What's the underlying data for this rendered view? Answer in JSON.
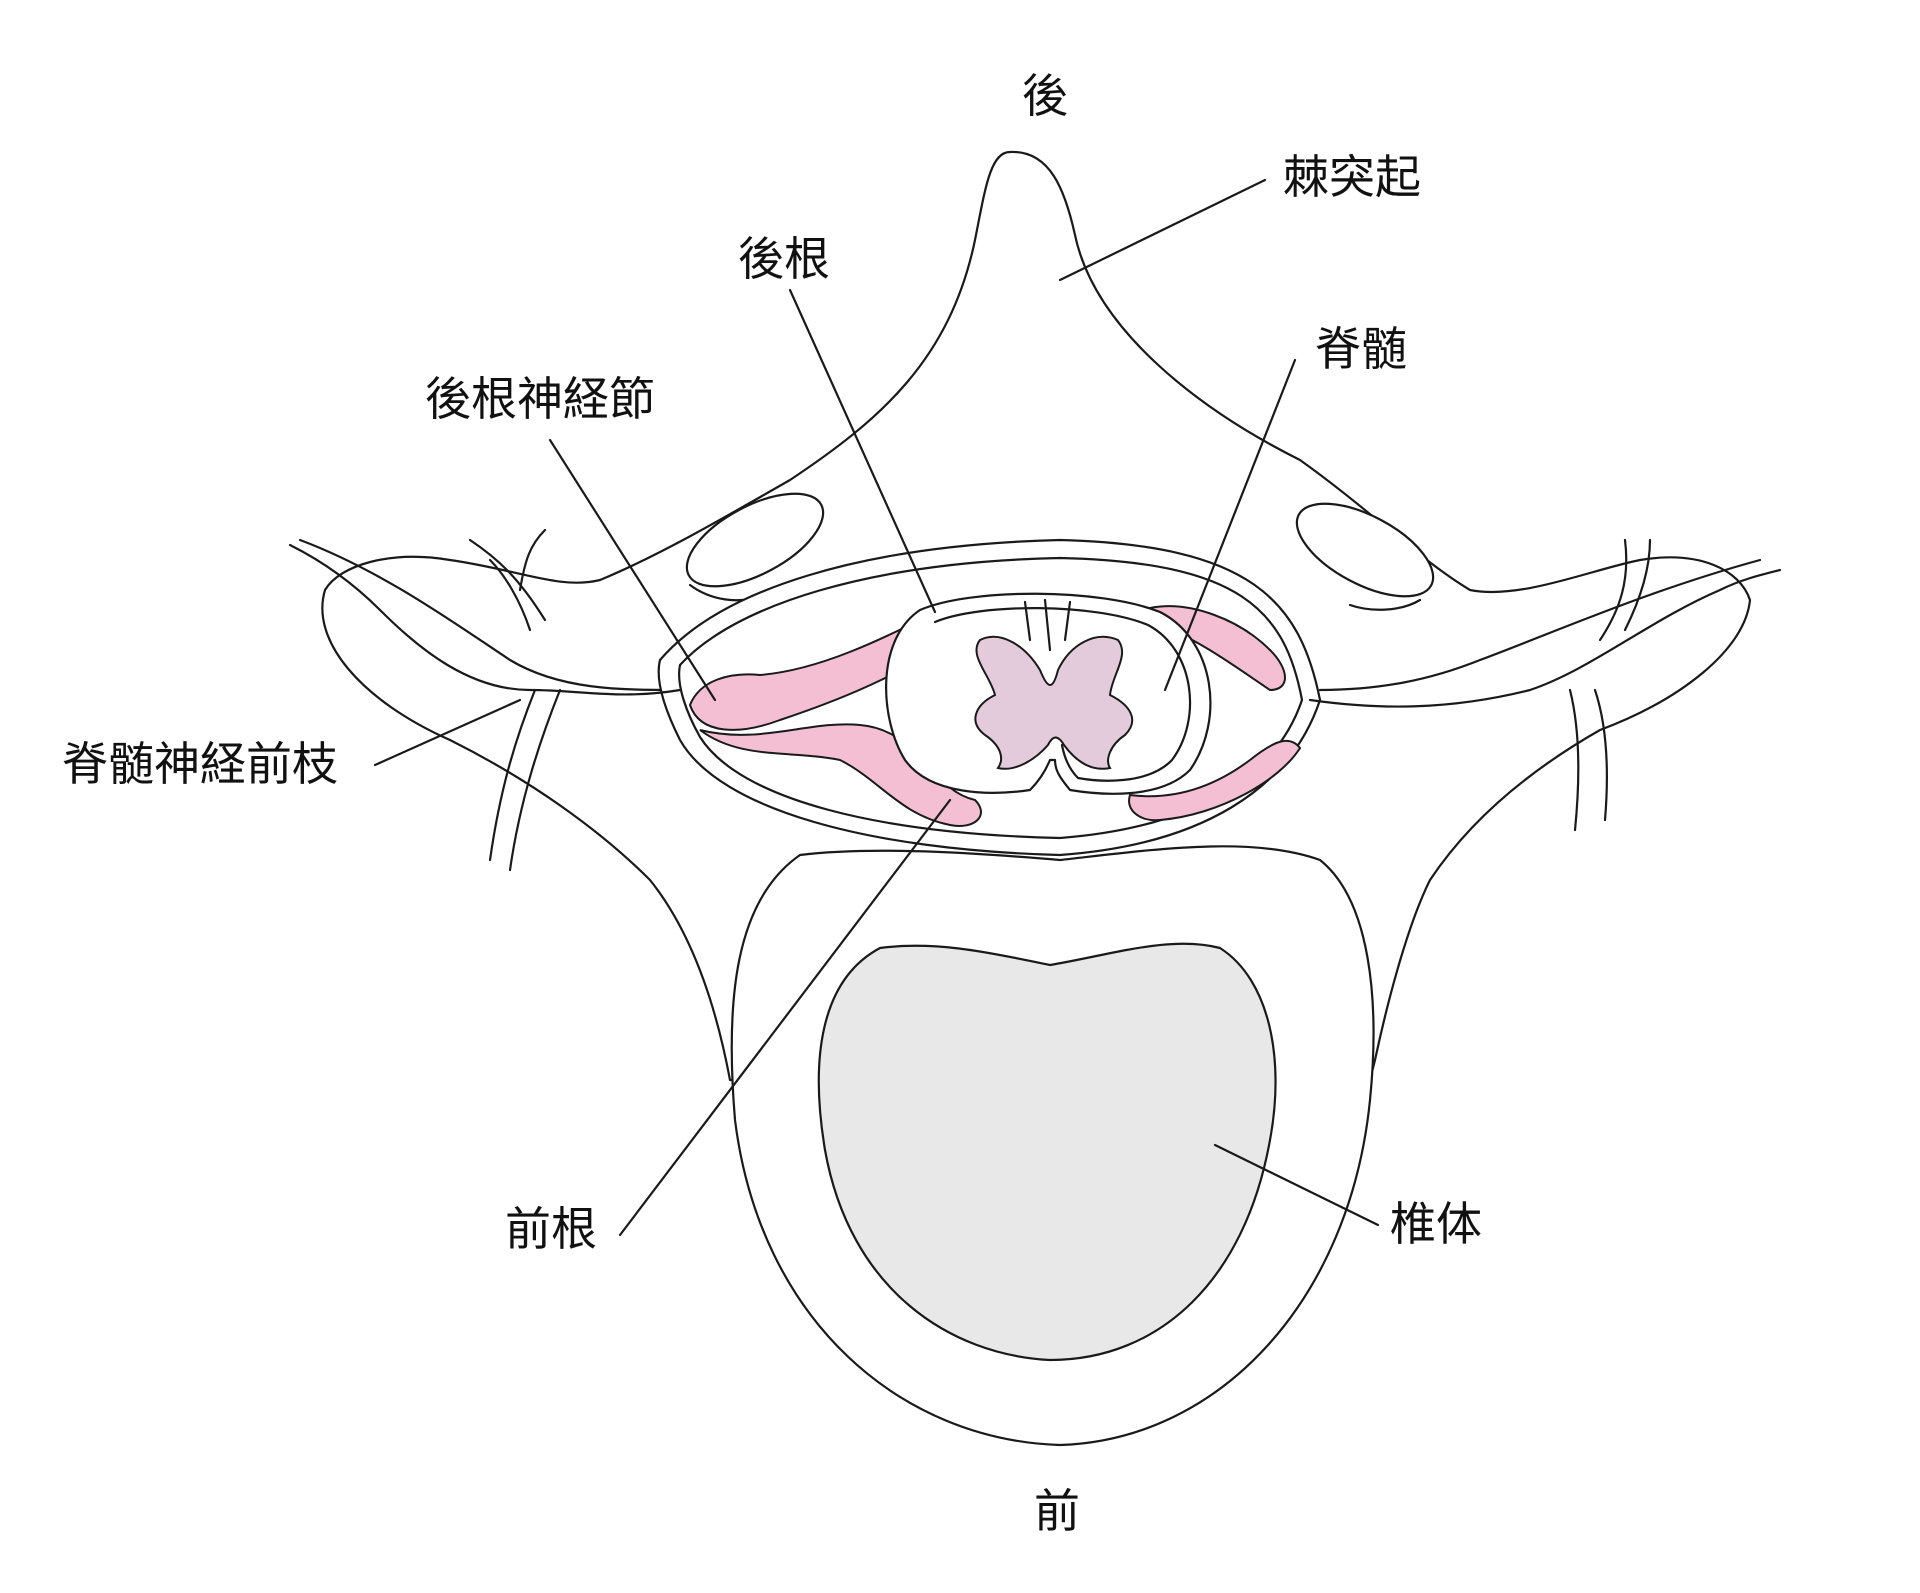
{
  "orientation": {
    "posterior": "後",
    "anterior": "前"
  },
  "labels": {
    "spinous_process": "棘突起",
    "dorsal_root": "後根",
    "spinal_cord": "脊髄",
    "dorsal_root_ganglion": "後根神経節",
    "ventral_ramus": "脊髄神経前枝",
    "ventral_root": "前根",
    "vertebral_body": "椎体"
  },
  "colors": {
    "nerve_root_pink": "#f4bfd3",
    "gray_matter": "#e4cbdb",
    "vertebral_body_fill": "#e8e8e8",
    "line": "#1a1a1a"
  }
}
